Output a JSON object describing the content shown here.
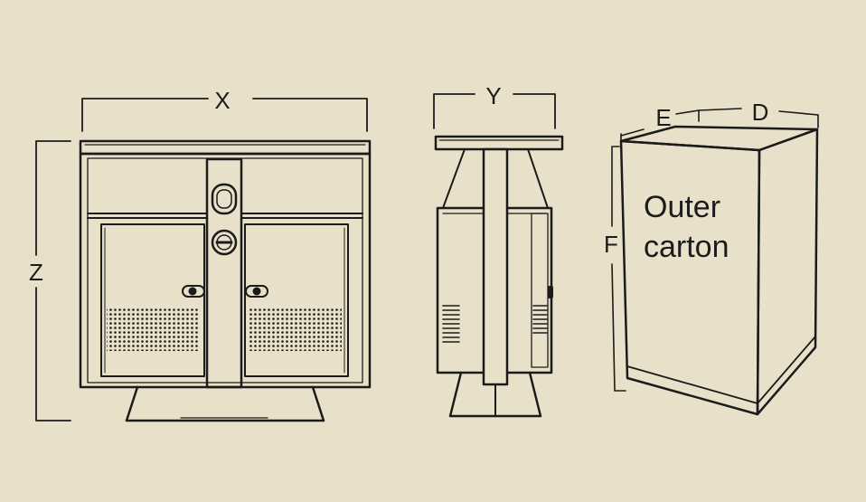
{
  "labels": {
    "width_dimension": "X",
    "depth_dimension": "Y",
    "height_dimension": "Z",
    "carton_e": "E",
    "carton_d": "D",
    "carton_f": "F",
    "carton_title_line1": "Outer",
    "carton_title_line2": "carton"
  },
  "colors": {
    "background": "#e8e0c9",
    "line": "#1b1b1b"
  }
}
